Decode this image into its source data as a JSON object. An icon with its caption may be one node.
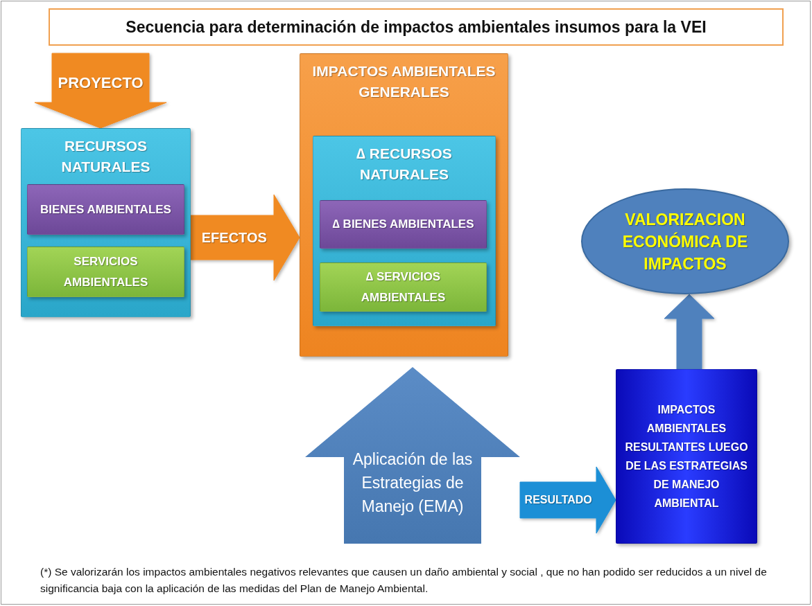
{
  "diagram": {
    "title": "Secuencia para determinación de impactos ambientales insumos para la VEI",
    "nodes": [
      {
        "text": [
          "RECURSOS NATURALES"
        ]
      },
      {
        "text": [
          "BIENES AMBIENTALES"
        ],
        "in": 0
      },
      {
        "text": [
          "SERVICIOS AMBIENTALES"
        ],
        "in": 0
      },
      {
        "text": [
          "IMPACTOS AMBIENTALES GENERALES"
        ]
      },
      {
        "text": [
          "∆ RECURSOS NATURALES"
        ],
        "in": 3
      },
      {
        "text": [
          "∆ BIENES AMBIENTALES"
        ],
        "in": 4
      },
      {
        "text": [
          "∆ SERVICIOS AMBIENTALES"
        ],
        "in": 4
      },
      {
        "text": [
          "VALORIZACION ECONÓMICA DE IMPACTOS"
        ]
      },
      {
        "text": [
          "Aplicación de las Estrategias de Manejo (EMA)"
        ]
      },
      {
        "text": [
          "IMPACTOS AMBIENTALES RESULTANTES LUEGO DE LAS ESTRATEGIAS DE MANEJO AMBIENTAL"
        ]
      }
    ],
    "edges": [
      {
        "from": null,
        "to": 0,
        "arrow": "to",
        "label": "PROYECTO",
        "style": "thick",
        "color": "#f08a24"
      },
      {
        "from": 0,
        "to": 3,
        "arrow": "to",
        "label": "EFECTOS",
        "style": "thick",
        "color": "#f08a24"
      },
      {
        "from": 8,
        "to": 9,
        "arrow": "to",
        "label": "RESULTADO",
        "style": "thick",
        "color": "#1e8fd6"
      },
      {
        "from": 9,
        "to": 7,
        "arrow": "to",
        "style": "thick",
        "color": "#4f81bd"
      }
    ],
    "caption": "(*) Se valorizarán los impactos ambientales negativos relevantes que causen un daño ambiental y social , que no han podido ser reducidos a un nivel de significancia baja con la aplicación de las medidas del Plan de Manejo Ambiental."
  }
}
